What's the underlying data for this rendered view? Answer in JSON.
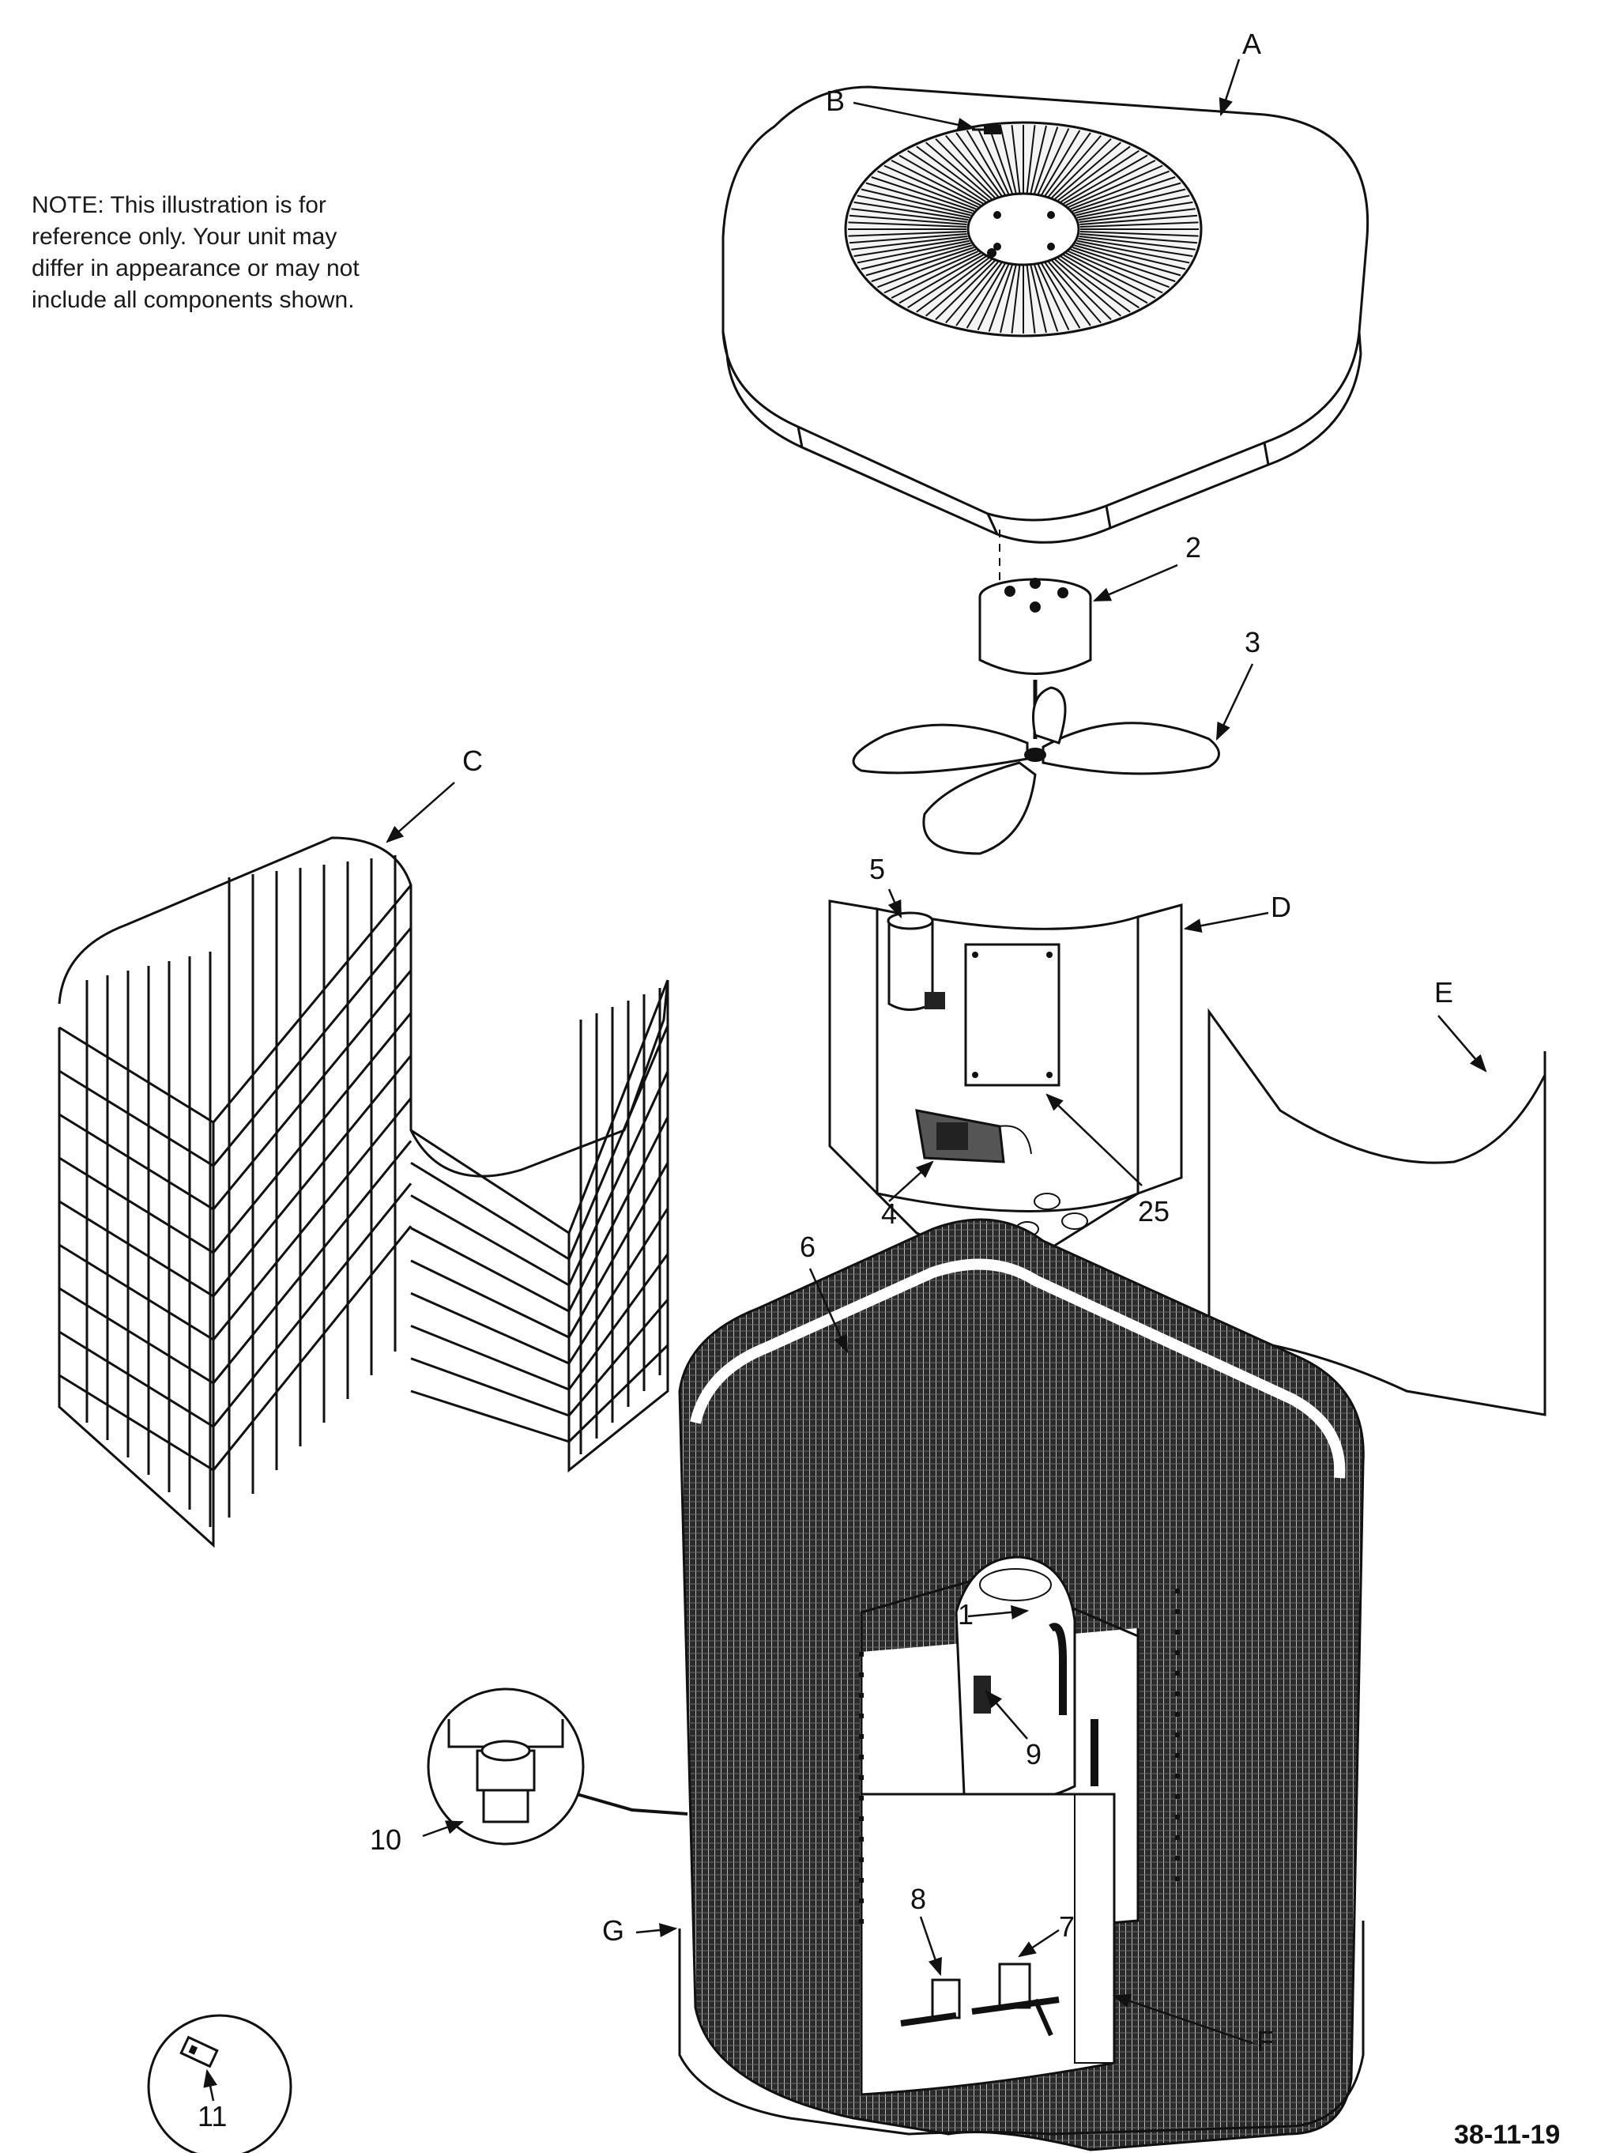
{
  "note": {
    "lines": [
      "NOTE:      This illustration is for",
      "reference only.    Your unit may",
      "differ in appearance or may not",
      "include all components shown."
    ]
  },
  "callouts": {
    "A": "A",
    "B": "B",
    "C": "C",
    "D": "D",
    "E": "E",
    "F": "F",
    "G": "G",
    "n1": "1",
    "n2": "2",
    "n3": "3",
    "n4": "4",
    "n5": "5",
    "n6": "6",
    "n7": "7",
    "n8": "8",
    "n9": "9",
    "n10": "10",
    "n11": "11",
    "n25": "25"
  },
  "figure_id": "38-11-19"
}
